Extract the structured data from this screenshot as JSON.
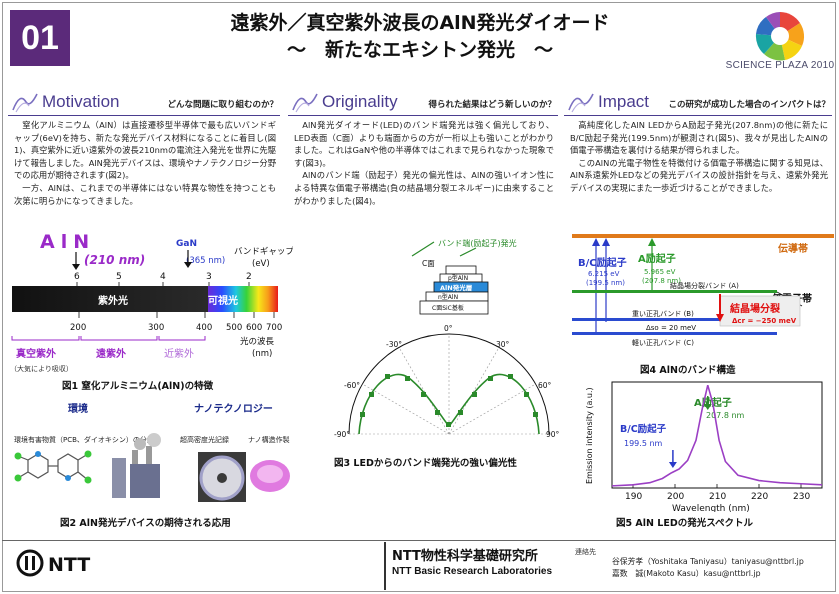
{
  "header": {
    "number": "01",
    "title_line1": "遠紫外／真空紫外波長のAlN発光ダイオード",
    "title_line2": "～　新たなエキシトン発光　～",
    "logo_text": "SCIENCE PLAZA 2010"
  },
  "sections": {
    "motivation": {
      "name": "Motivation",
      "question": "どんな問題に取り組むのか？",
      "paragraphs": [
        "窒化アルミニウム（AlN）は直接遷移型半導体で最も広いバンドギャップ(6eV)を持ち、新たな発光デバイス材料になることに着目し(図1)、真空紫外に近い遠紫外の波長210nmの電流注入発光を世界に先駆けて報告しました。AlN発光デバイスは、環境やナノテクノロジー分野での応用が期待されます(図2)。",
        "一方、AlNは、これまでの半導体にはない特異な物性を持つことも次第に明らかになってきました。"
      ]
    },
    "originality": {
      "name": "Originality",
      "question": "得られた結果はどう新しいのか？",
      "paragraphs": [
        "AlN発光ダイオード(LED)のバンド端発光は強く偏光しており、LED表面（C面）よりも端面からの方が一桁以上も強いことがわかりました。これはGaNや他の半導体ではこれまで見られなかった現象です(図3)。",
        "AlNのバンド端（励起子）発光の偏光性は、AlNの強いイオン性による特異な価電子帯構造(負の結晶場分裂エネルギー)に由来することがわかりました(図4)。"
      ]
    },
    "impact": {
      "name": "Impact",
      "question": "この研究が成功した場合のインパクトは？",
      "paragraphs": [
        "高純度化したAlN LEDからA励起子発光(207.8nm)の他に新たにB/C励起子発光(199.5nm)が観測され(図5)、我々が見出したAlNの価電子帯構造を裏付ける結果が得られました。",
        "このAlNの光電子物性を特徴付ける価電子帯構造に関する知見は、AlN系遠紫外LEDなどの発光デバイスの設計指針を与え、遠紫外発光デバイスの実現にまた一歩近づけることができました。"
      ]
    }
  },
  "fig1": {
    "aln_label": "AlN",
    "aln_wavelength": "(210 nm)",
    "gan_label": "GaN",
    "gan_wavelength": "(365 nm)",
    "bandgap_label": "バンドギャップ",
    "bandgap_unit": "(eV)",
    "ev_ticks": [
      "6",
      "5",
      "4",
      "3",
      "2"
    ],
    "uv_label": "紫外光",
    "visible_label": "可視光",
    "nm_ticks": [
      "200",
      "300",
      "400",
      "500",
      "600",
      "700"
    ],
    "axis_label_1": "光の波長",
    "axis_label_2": "(nm)",
    "region_vuv": "真空紫外",
    "region_vuv_note": "（大気により吸収）",
    "region_duv": "遠紫外",
    "region_nuv": "近紫外",
    "caption": "図1  窒化アルミニウム(AlN)の特徴"
  },
  "fig2": {
    "env_title": "環境",
    "env_desc": "環境有害物質（PCB、ダイオキシン）の分解",
    "nano_title": "ナノテクノロジー",
    "nano_desc1": "超高密度光記録",
    "nano_desc2": "ナノ構造作製",
    "caption": "図2  AlN発光デバイスの期待される応用"
  },
  "fig3": {
    "emission_label": "バンド端(励起子)発光",
    "c_plane": "C面",
    "layers": [
      "p型AlN",
      "AlN発光層",
      "n型AlN",
      "C面SiC基板"
    ],
    "angles": [
      "0°",
      "-30°",
      "30°",
      "-60°",
      "60°",
      "-90°",
      "90°"
    ],
    "caption": "図3  LEDからのバンド端発光の強い偏光性"
  },
  "fig4": {
    "conduction_band": "伝導帯",
    "valence_band": "価電子帯",
    "bc_exciton": "B/C励起子",
    "bc_energy": "6.215 eV",
    "bc_wavelength": "(199.5 nm)",
    "a_exciton": "A励起子",
    "a_energy": "5.965 eV",
    "a_wavelength": "(207.8 nm)",
    "crystal_band": "結晶場分裂バンド (A)",
    "crystal_split": "結晶場分裂",
    "split_value": "Δcr = −250 meV",
    "heavy_band": "重い正孔バンド (B)",
    "so_value": "Δso = 20 meV",
    "light_band": "軽い正孔バンド (C)",
    "caption": "図4  AlNのバンド構造",
    "colors": {
      "conduction": "#e07a1a",
      "crystal": "#2b9a2b",
      "heavy": "#2a4bd0",
      "split": "#e01010"
    }
  },
  "fig5": {
    "a_label": "A励起子",
    "a_nm": "207.8 nm",
    "bc_label": "B/C励起子",
    "bc_nm": "199.5 nm",
    "caption": "図5  AlN LEDの発光スペクトル"
  },
  "chart_data": {
    "type": "line",
    "title": "",
    "xlabel": "Wavelength (nm)",
    "ylabel": "Emission intensity (a.u.)",
    "xlim": [
      185,
      235
    ],
    "ylim": [
      0,
      1
    ],
    "xticks": [
      190,
      200,
      210,
      220,
      230
    ],
    "series": [
      {
        "color": "#9b3fc4",
        "x": [
          185,
          190,
          194,
          197,
          199,
          199.5,
          201,
          203,
          205,
          206.5,
          207.8,
          209,
          210.5,
          212,
          215,
          220,
          225,
          230,
          235
        ],
        "y": [
          0.02,
          0.03,
          0.05,
          0.09,
          0.14,
          0.15,
          0.18,
          0.26,
          0.45,
          0.75,
          0.97,
          0.8,
          0.45,
          0.25,
          0.12,
          0.07,
          0.05,
          0.04,
          0.03
        ]
      }
    ]
  },
  "footer": {
    "lab_jp": "NTT物性科学基礎研究所",
    "lab_en": "NTT Basic Research Laboratories",
    "contact_label": "連絡先",
    "contact_1": "谷保芳孝（Yoshitaka Taniyasu）taniyasu@nttbrl.jp",
    "contact_2": "嘉数　誠(Makoto Kasu）kasu@nttbrl.jp",
    "ntt_text": "NTT"
  }
}
